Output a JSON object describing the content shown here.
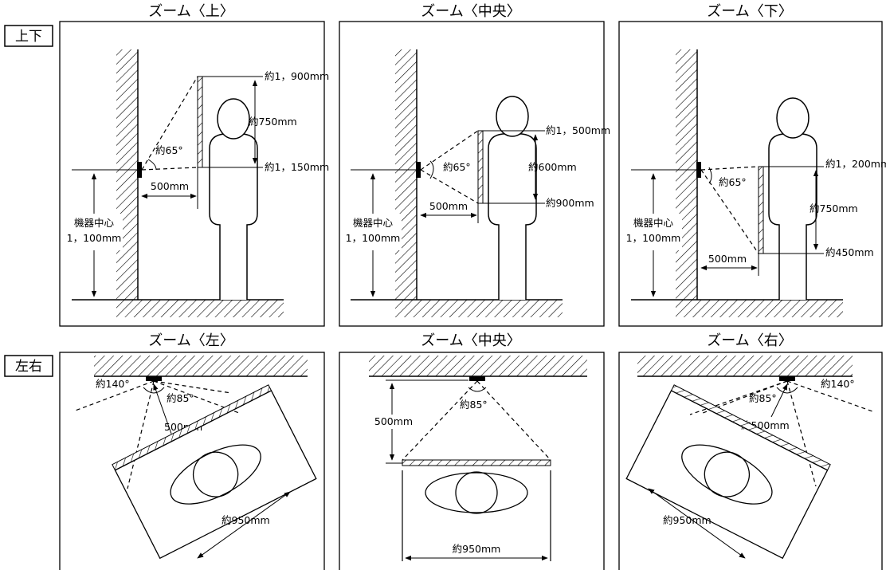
{
  "sections": {
    "vertical": "上下",
    "horizontal": "左右"
  },
  "panels": {
    "up": {
      "title": "ズーム〈上〉",
      "height_top": "約1，900mm",
      "span": "約750mm",
      "height_bottom": "約1，150mm",
      "angle": "約65°",
      "distance": "500mm",
      "center_label": "機器中心",
      "center_value": "1，100mm"
    },
    "mid": {
      "title": "ズーム〈中央〉",
      "height_top": "約1，500mm",
      "span": "約600mm",
      "height_bottom": "約900mm",
      "angle": "約65°",
      "distance": "500mm",
      "center_label": "機器中心",
      "center_value": "1，100mm"
    },
    "down": {
      "title": "ズーム〈下〉",
      "height_top": "約1，200mm",
      "span": "約750mm",
      "height_bottom": "約450mm",
      "angle": "約65°",
      "distance": "500mm",
      "center_label": "機器中心",
      "center_value": "1，100mm"
    },
    "left": {
      "title": "ズーム〈左〉",
      "angle_wide": "約140°",
      "angle_narrow": "約85°",
      "distance": "500mm",
      "width": "約950mm"
    },
    "center": {
      "title": "ズーム〈中央〉",
      "distance": "500mm",
      "angle_narrow": "約85°",
      "width": "約950mm"
    },
    "right": {
      "title": "ズーム〈右〉",
      "angle_narrow": "約85°",
      "angle_wide": "約140°",
      "distance": "約500mm",
      "width": "約950mm"
    }
  }
}
